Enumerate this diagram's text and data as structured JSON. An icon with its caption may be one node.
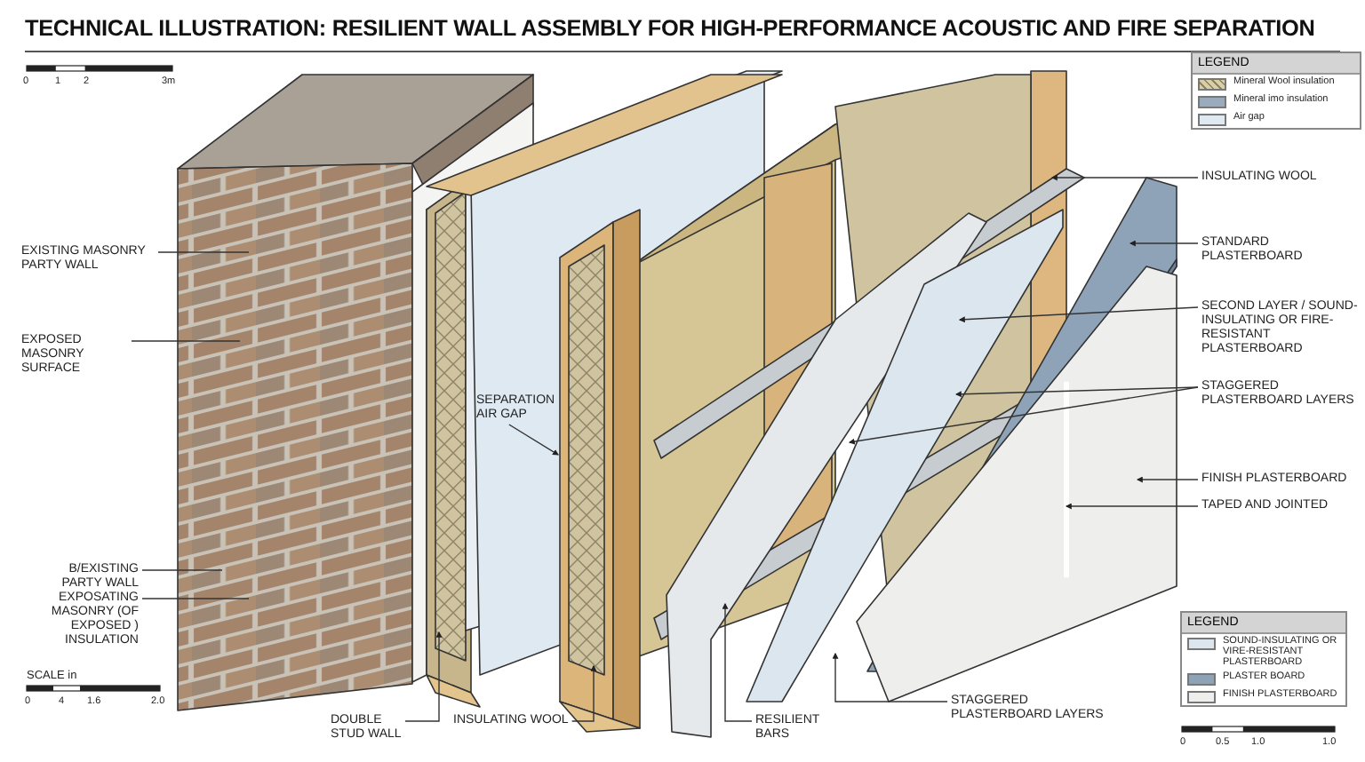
{
  "diagram": {
    "title": "TECHNICAL ILLUSTRATION: RESILIENT WALL ASSEMBLY FOR HIGH-PERFORMANCE ACOUSTIC AND FIRE SEPARATION",
    "nodes": [
      {
        "text": [
          "EXISTING MASONRY PARTY WALL"
        ]
      },
      {
        "text": [
          "EXPOSED MASONRY SURFACE"
        ]
      },
      {
        "text": [
          "B/EXISTING PARTY WALL"
        ]
      },
      {
        "text": [
          "EXPOSATING MASONRY (OF EXPOSED ) INSULATION"
        ]
      },
      {
        "text": [
          "SEPARATION AIR GAP"
        ]
      },
      {
        "text": [
          "DOUBLE STUD WALL"
        ]
      },
      {
        "text": [
          "INSULATING WOOL"
        ]
      },
      {
        "text": [
          "RESILIENT BARS"
        ]
      },
      {
        "text": [
          "STAGGERED PLASTERBOARD LAYERS"
        ]
      },
      {
        "text": [
          "INSULATING WOOL"
        ]
      },
      {
        "text": [
          "STANDARD PLASTERBOARD"
        ]
      },
      {
        "text": [
          "SECOND LAYER / SOUND-INSULATING OR FIRE-RESISTANT PLASTERBOARD"
        ]
      },
      {
        "text": [
          "STAGGERED PLASTERBOARD LAYERS"
        ]
      },
      {
        "text": [
          "FINISH PLASTERBOARD"
        ]
      },
      {
        "text": [
          "TAPED AND JOINTED"
        ]
      }
    ],
    "edges": [
      {
        "from": 0,
        "to": null,
        "arrow": "none"
      },
      {
        "from": 1,
        "to": null,
        "arrow": "none"
      },
      {
        "from": 2,
        "to": null,
        "arrow": "none"
      },
      {
        "from": 3,
        "to": null,
        "arrow": "none"
      },
      {
        "from": 4,
        "to": null,
        "arrow": "to"
      },
      {
        "from": 5,
        "to": null,
        "arrow": "to"
      },
      {
        "from": 6,
        "to": null,
        "arrow": "to"
      },
      {
        "from": 7,
        "to": null,
        "arrow": "to"
      },
      {
        "from": 8,
        "to": null,
        "arrow": "to"
      },
      {
        "from": 9,
        "to": null,
        "arrow": "to"
      },
      {
        "from": 10,
        "to": null,
        "arrow": "to"
      },
      {
        "from": 11,
        "to": null,
        "arrow": "to"
      },
      {
        "from": 12,
        "to": null,
        "arrow": "to"
      },
      {
        "from": 12,
        "to": null,
        "arrow": "to"
      },
      {
        "from": 13,
        "to": null,
        "arrow": "to"
      },
      {
        "from": 14,
        "to": null,
        "arrow": "to"
      }
    ],
    "labels": [
      "0",
      "1",
      "2",
      "3m",
      "LEGEND",
      "SCALE in",
      "0",
      "4",
      "1.6",
      "2.0",
      "LEGEND",
      "0",
      "0.5",
      "1.0",
      "1.0"
    ],
    "legend": [
      {
        "text": "Mineral Wool insulation"
      },
      {
        "text": "Mineral imo insulation",
        "color": "#9aabbd"
      },
      {
        "text": "Air gap",
        "color": "#dfe9f2"
      },
      {
        "text": "SOUND-INSULATING OR VIRE-RESISTANT PLASTERBOARD",
        "color": "#dce6ee"
      },
      {
        "text": "PLASTER BOARD",
        "color": "#8fa3b8"
      },
      {
        "text": "FINISH PLASTERBOARD",
        "color": "#eeeeec"
      }
    ]
  }
}
